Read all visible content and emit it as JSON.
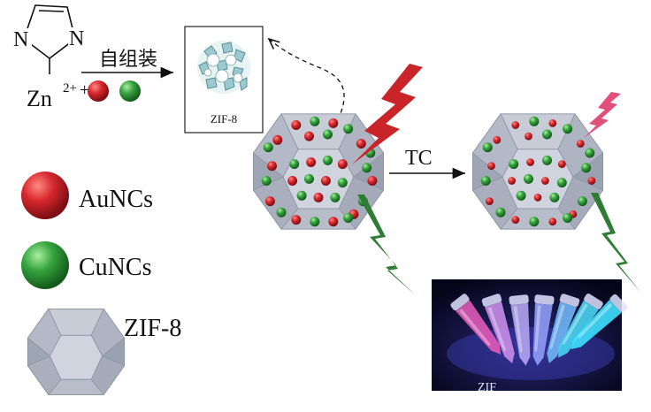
{
  "synthesis": {
    "ligand_n1": "N",
    "ligand_n2": "N",
    "self_assembly_label": "自组装",
    "zn_label": "Zn",
    "zn_charge": "2+",
    "plus": "+"
  },
  "zif_box_caption": "ZIF-8",
  "tc_label": "TC",
  "legend": {
    "au": "AuNCs",
    "cu": "CuNCs",
    "zif": "ZIF-8"
  },
  "photo_caption": "ZIF",
  "colors": {
    "au_red": "#c8242a",
    "cu_green": "#2e9a3a",
    "bolt_red": "#c8242a",
    "bolt_pink": "#e0507a",
    "bolt_green": "#2f7d35",
    "crystal_face": "#b9bfcc",
    "crystal_edge": "#8a92a3",
    "photo_bg": "#0a0a2a"
  }
}
